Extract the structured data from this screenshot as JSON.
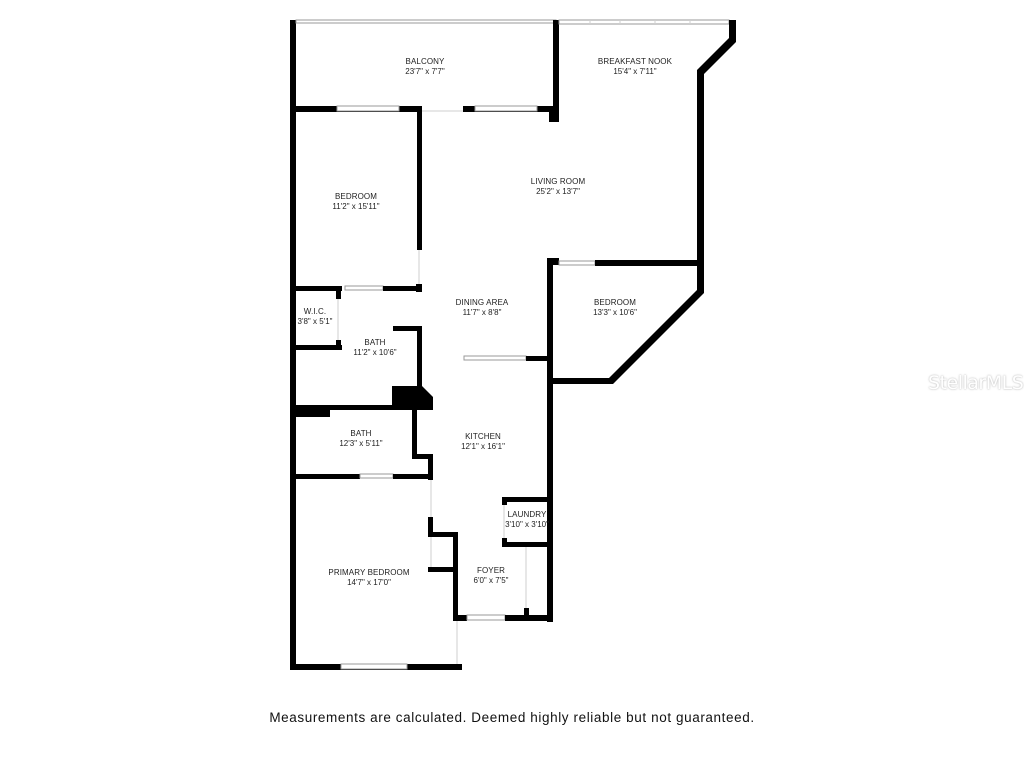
{
  "floorplan": {
    "rooms": [
      {
        "id": "balcony",
        "name": "BALCONY",
        "dims": "23'7\" x 7'7\""
      },
      {
        "id": "breakfast-nook",
        "name": "BREAKFAST NOOK",
        "dims": "15'4\" x 7'11\""
      },
      {
        "id": "living-room",
        "name": "LIVING ROOM",
        "dims": "25'2\" x 13'7\""
      },
      {
        "id": "bedroom-1",
        "name": "BEDROOM",
        "dims": "11'2\" x 15'11\""
      },
      {
        "id": "wic",
        "name": "W.I.C.",
        "dims": "3'8\" x 5'1\""
      },
      {
        "id": "bath-1",
        "name": "BATH",
        "dims": "11'2\" x 10'6\""
      },
      {
        "id": "dining-area",
        "name": "DINING AREA",
        "dims": "11'7\" x 8'8\""
      },
      {
        "id": "bedroom-2",
        "name": "BEDROOM",
        "dims": "13'3\" x 10'6\""
      },
      {
        "id": "bath-2",
        "name": "BATH",
        "dims": "12'3\" x 5'11\""
      },
      {
        "id": "kitchen",
        "name": "KITCHEN",
        "dims": "12'1\" x 16'1\""
      },
      {
        "id": "laundry",
        "name": "LAUNDRY",
        "dims": "3'10\" x 3'10\""
      },
      {
        "id": "primary-bedroom",
        "name": "PRIMARY BEDROOM",
        "dims": "14'7\" x 17'0\""
      },
      {
        "id": "foyer",
        "name": "FOYER",
        "dims": "6'0\" x 7'5\""
      }
    ]
  },
  "watermark": "StellarMLS",
  "disclaimer": "Measurements are calculated. Deemed highly reliable but not guaranteed."
}
